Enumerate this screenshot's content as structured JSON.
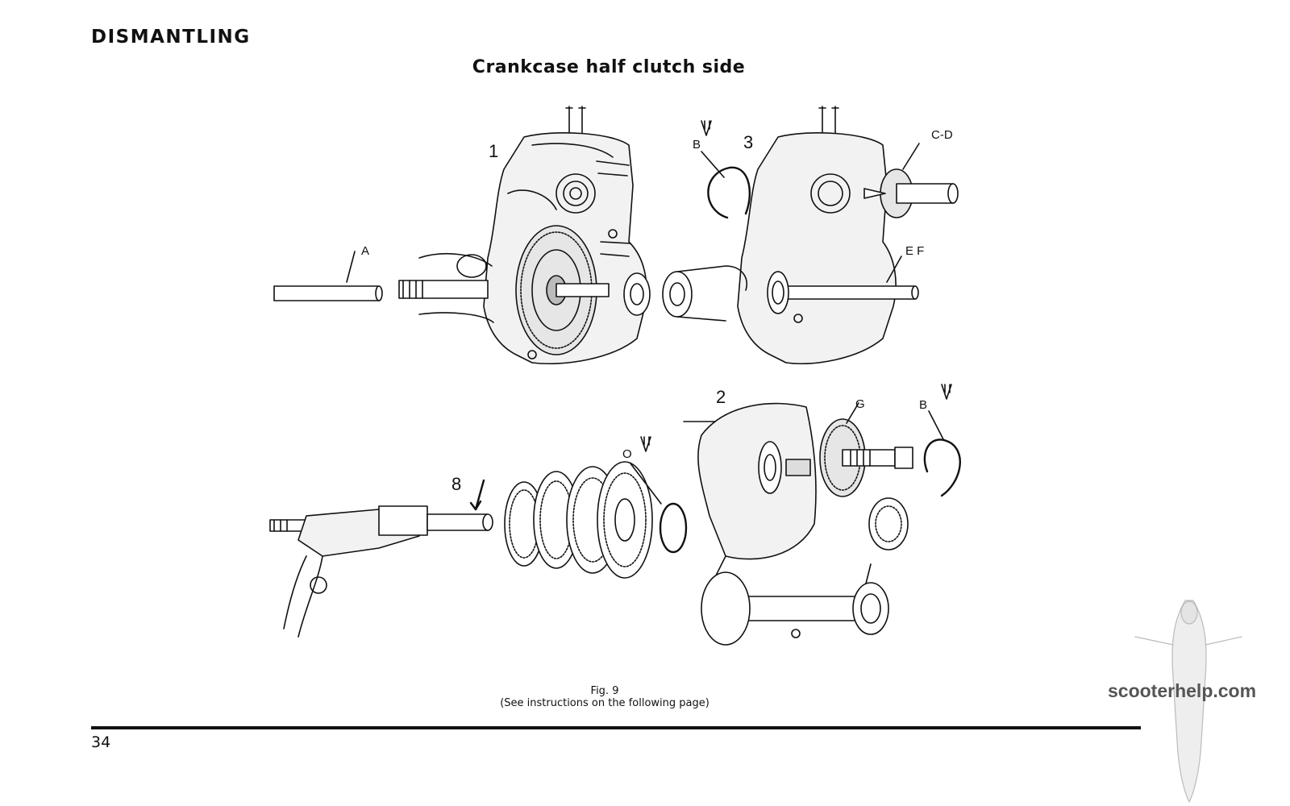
{
  "section_heading": "DISMANTLING",
  "subtitle": "Crankcase half clutch side",
  "figure": {
    "labels": {
      "step1": "1",
      "step2": "2",
      "step3": "3",
      "step8": "8",
      "a": "A",
      "b_top": "B",
      "b_bottom": "B",
      "cd": "C-D",
      "ef": "E F",
      "g": "G",
      "o": "O"
    },
    "caption": "Fig. 9",
    "caption_note": "(See instructions on the following page)"
  },
  "page_number": "34",
  "watermark": "scooterhelp.com"
}
